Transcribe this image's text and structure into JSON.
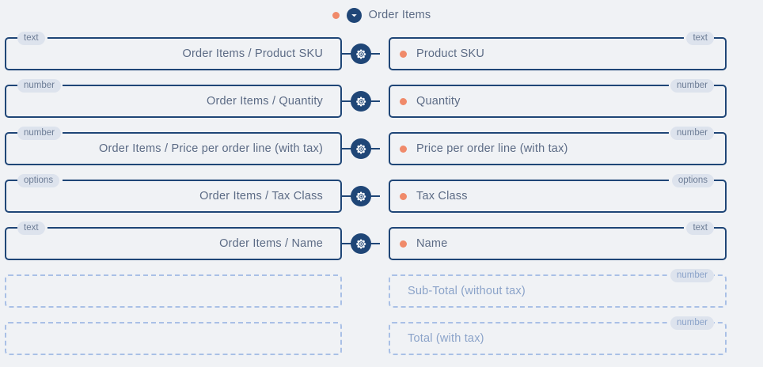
{
  "header": {
    "title": "Order Items",
    "dot_color": "#f08a6a",
    "chevron_icon": "chevron-down-icon",
    "circle_color": "#1f4677"
  },
  "theme": {
    "background": "#f0f2f5",
    "box_border": "#1f4677",
    "dashed_border": "#a9c0e6",
    "label_color": "#5c6b85",
    "muted_label_color": "#8ba3c9",
    "legend_background": "#dde3ed",
    "accent_dot": "#f08a6a"
  },
  "mappings": [
    {
      "source": {
        "type": "text",
        "label": "Order Items / Product SKU"
      },
      "connector_icon": "gear-icon",
      "target": {
        "type": "text",
        "label": "Product SKU"
      }
    },
    {
      "source": {
        "type": "number",
        "label": "Order Items / Quantity"
      },
      "connector_icon": "gear-icon",
      "target": {
        "type": "number",
        "label": "Quantity"
      }
    },
    {
      "source": {
        "type": "number",
        "label": "Order Items / Price per order line (with tax)"
      },
      "connector_icon": "gear-icon",
      "target": {
        "type": "number",
        "label": "Price per order line (with tax)"
      }
    },
    {
      "source": {
        "type": "options",
        "label": "Order Items / Tax Class"
      },
      "connector_icon": "gear-icon",
      "target": {
        "type": "options",
        "label": "Tax Class"
      }
    },
    {
      "source": {
        "type": "text",
        "label": "Order Items / Name"
      },
      "connector_icon": "gear-icon",
      "target": {
        "type": "text",
        "label": "Name"
      }
    }
  ],
  "unmapped": [
    {
      "source": {
        "label": ""
      },
      "target": {
        "type": "number",
        "label": "Sub-Total (without tax)"
      }
    },
    {
      "source": {
        "label": ""
      },
      "target": {
        "type": "number",
        "label": "Total (with tax)"
      }
    }
  ]
}
